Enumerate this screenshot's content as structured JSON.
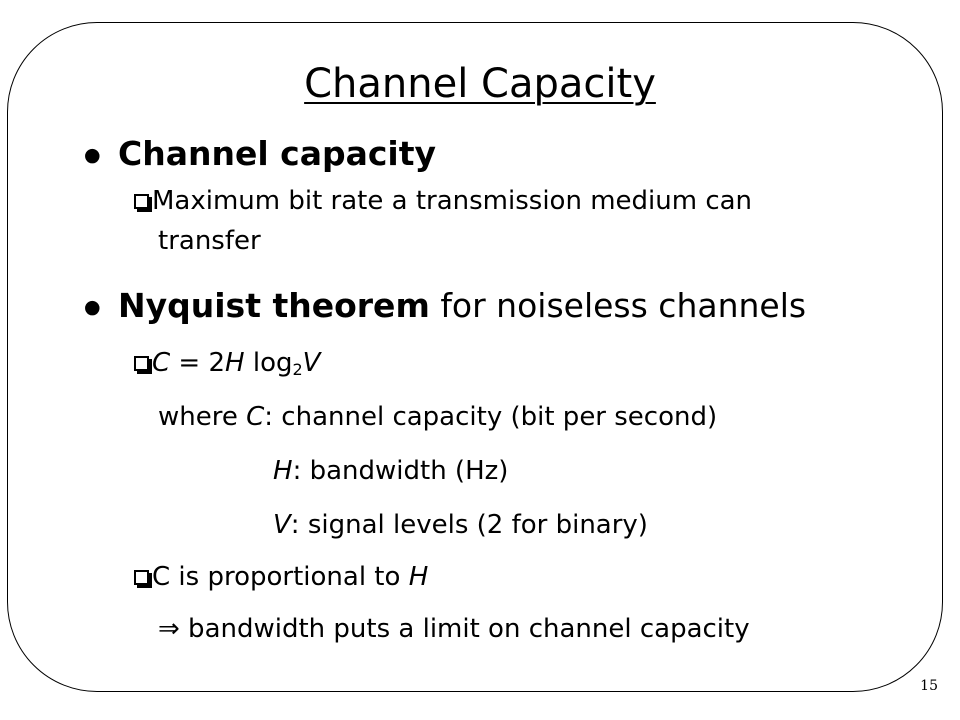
{
  "slide": {
    "title": "Channel Capacity",
    "page_number": "15",
    "bullet1": {
      "heading": "Channel capacity",
      "sub1_line1": "Maximum bit rate a transmission medium can",
      "sub1_line2": "transfer"
    },
    "bullet2": {
      "heading_bold": "Nyquist theorem",
      "heading_rest": " for noiseless channels",
      "formula": {
        "c": "C",
        "eq": " = 2",
        "h": "H",
        "log": " log",
        "sub": "2",
        "v": "V"
      },
      "where": {
        "prefix": "where ",
        "c_var": "C",
        "c_desc": ": channel capacity (bit per second)",
        "h_var": "H",
        "h_desc": ": bandwidth (Hz)",
        "v_var": "V",
        "v_desc": ": signal levels (2 for binary)"
      },
      "prop": {
        "text": "C is proportional to ",
        "var": "H"
      },
      "implication": {
        "arrow": "⇒",
        "text": " bandwidth puts a limit on channel capacity"
      }
    }
  }
}
